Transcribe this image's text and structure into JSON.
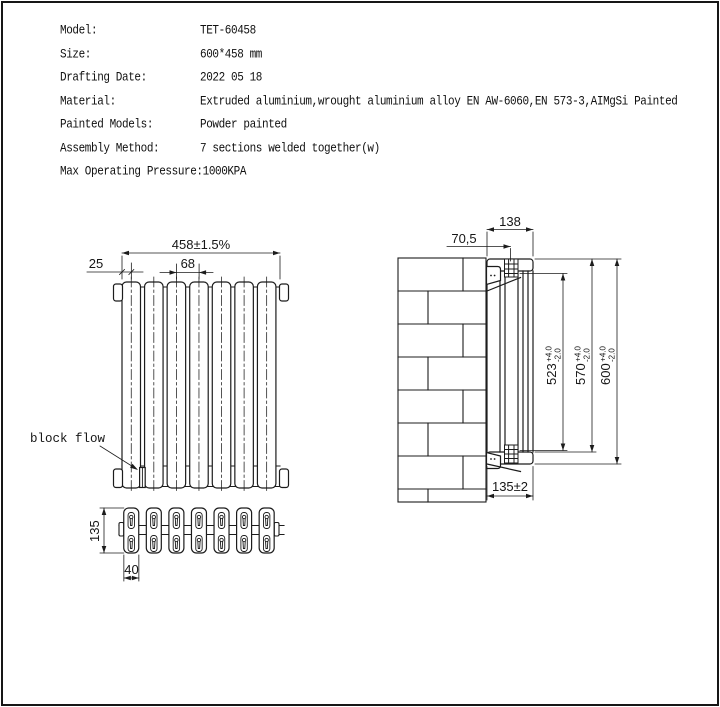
{
  "sheet": {
    "title_block": {
      "rows": [
        {
          "label": "Model:",
          "value": "TET-60458"
        },
        {
          "label": "Size:",
          "value": "600*458 mm"
        },
        {
          "label": "Drafting Date:",
          "value": "2022 05 18"
        },
        {
          "label": "Material:",
          "value": "Extruded aluminium,wrought aluminium alloy EN AW-6060,EN 573-3,AIMgSi Painted"
        },
        {
          "label": "Painted Models:",
          "value": "Powder painted"
        },
        {
          "label": "Assembly Method:",
          "value": "7 sections welded together(w)"
        },
        {
          "label": "Max Operating Pressure:",
          "value": "1000KPA"
        }
      ]
    },
    "front_view": {
      "section_count": 7,
      "dim_overall_width": "458±1.5%",
      "dim_end_offset": "25",
      "dim_section_pitch": "68",
      "label_block_flow": "block flow"
    },
    "plan_view": {
      "dim_depth": "135",
      "dim_section_width": "40"
    },
    "side_view": {
      "dim_cap_width": "138",
      "dim_wall_to_fixing": "70,5",
      "dim_fixing_span": {
        "value": "523",
        "tol_plus": "+4.0",
        "tol_minus": "-2.0"
      },
      "dim_body_height": {
        "value": "570",
        "tol_plus": "+4.0",
        "tol_minus": "-2.0"
      },
      "dim_overall_height": {
        "value": "600",
        "tol_plus": "+4.0",
        "tol_minus": "-2.0"
      },
      "dim_bottom_depth": "135±2"
    },
    "colors": {
      "line": "#1c1c1c",
      "background": "#ffffff"
    }
  }
}
